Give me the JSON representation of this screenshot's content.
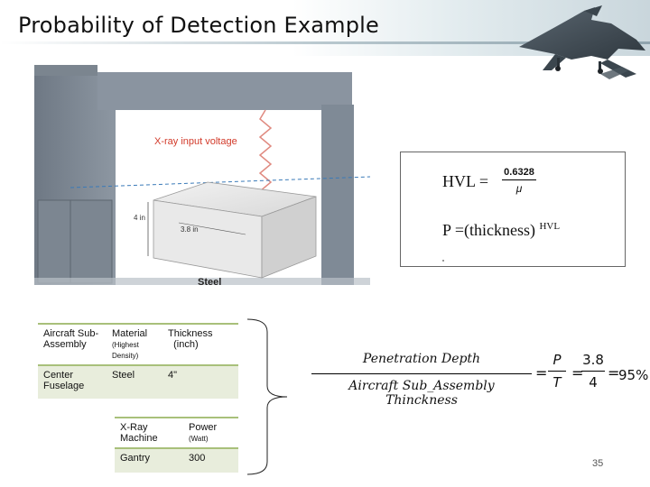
{
  "slide": {
    "title": "Probability of Detection Example",
    "page_number": "35"
  },
  "diagram": {
    "xray_label": "X-ray input voltage",
    "height_label": "4 in",
    "depth_label": "3.8 in",
    "material_label": "Steel"
  },
  "formula_box": {
    "hvl_lhs": "HVL =",
    "hvl_numerator": "0.6328",
    "hvl_denominator": "μ",
    "p_base": "P =(thickness)",
    "p_exponent": "HVL"
  },
  "table1": {
    "headers": [
      "Aircraft Sub-Assembly",
      "Material",
      "Thickness"
    ],
    "header_subs": [
      "",
      "(Highest Density)",
      "(inch)"
    ],
    "row": [
      "Center Fuselage",
      "Steel",
      "4\""
    ]
  },
  "table2": {
    "headers": [
      "X-Ray Machine",
      "Power"
    ],
    "header_subs": [
      "",
      "(Watt)"
    ],
    "row": [
      "Gantry",
      "300"
    ]
  },
  "equation": {
    "numerator": "Penetration Depth",
    "denominator": "Aircraft Sub_Assembly Thinckness",
    "eq1": "=",
    "p": "P",
    "t": "T",
    "eq2": "=",
    "val_num": "3.8",
    "val_den": "4",
    "eq3": "=",
    "result": "95%"
  },
  "colors": {
    "table_rule": "#a8c07a",
    "table_fill": "#e8eddc",
    "xray_label": "#d23a2a",
    "gantry": "#7f8a96"
  }
}
